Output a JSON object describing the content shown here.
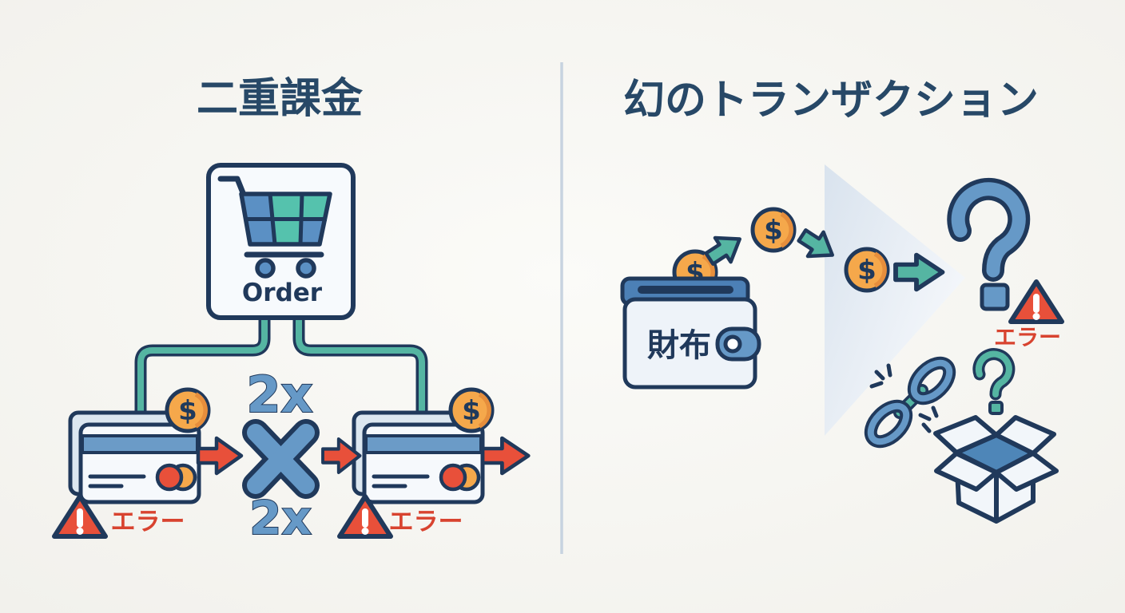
{
  "coin_symbol": "$",
  "colors": {
    "background": "#FAFAF6",
    "navy": "#20395B",
    "title_navy": "#274867",
    "steel_blue": "#6699C7",
    "teal": "#55B5A2",
    "cart_teal": "#55C2AD",
    "orange": "#F5A84B",
    "orange_dark": "#E68E3C",
    "red": "#E8503A",
    "red_text": "#D8432F",
    "divider": "#C7D3E0",
    "card_face": "#F6F9FC",
    "card_back": "#DCE7F0",
    "card_stripe": "#6B9BC7",
    "wallet_blue": "#4C80B6",
    "wallet_body": "#EEF3F9",
    "box_face": "#F2F6FA",
    "box_interior": "#4E86B8",
    "panel_fade": "#DCE6F0"
  },
  "left_panel": {
    "title": "二重課金",
    "order_label": "Order",
    "multiplier_top": "2x",
    "multiplier_bottom": "2x",
    "error_left": "エラー",
    "error_right": "エラー"
  },
  "right_panel": {
    "title": "幻のトランザクション",
    "wallet_label": "財布",
    "error_label": "エラー"
  }
}
